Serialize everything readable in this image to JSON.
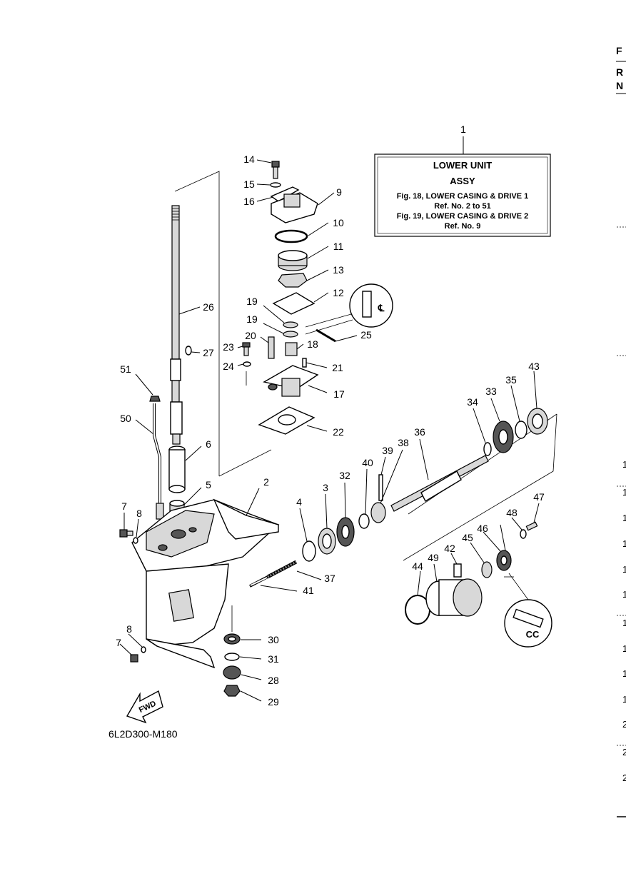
{
  "reference_box": {
    "callout": "1",
    "title": "LOWER UNIT",
    "subtitle": "ASSY",
    "lines": [
      "Fig. 18, LOWER CASING & DRIVE 1",
      "Ref. No. 2 to 51",
      "Fig. 19, LOWER CASING & DRIVE 2",
      "Ref. No. 9"
    ]
  },
  "diagram_code": "6L2D300-M180",
  "fwd_label": "FWD",
  "callouts": {
    "c2": "2",
    "c3": "3",
    "c4": "4",
    "c5": "5",
    "c6": "6",
    "c7a": "7",
    "c7b": "7",
    "c8a": "8",
    "c8b": "8",
    "c9": "9",
    "c10": "10",
    "c11": "11",
    "c12": "12",
    "c13": "13",
    "c14": "14",
    "c15": "15",
    "c16": "16",
    "c17": "17",
    "c18": "18",
    "c19a": "19",
    "c19b": "19",
    "c20": "20",
    "c21": "21",
    "c22": "22",
    "c23": "23",
    "c24": "24",
    "c25": "25",
    "c26": "26",
    "c27": "27",
    "c28": "28",
    "c29": "29",
    "c30": "30",
    "c31": "31",
    "c32": "32",
    "c33": "33",
    "c34": "34",
    "c35": "35",
    "c36": "36",
    "c37": "37",
    "c38": "38",
    "c39": "39",
    "c40": "40",
    "c41": "41",
    "c42": "42",
    "c43": "43",
    "c44": "44",
    "c45": "45",
    "c46": "46",
    "c47": "47",
    "c48": "48",
    "c49": "49",
    "c50": "50",
    "c51": "51"
  },
  "cut_edge": {
    "header": [
      "F",
      "R",
      "N"
    ],
    "right_column": [
      "1",
      "1",
      "1",
      "1",
      "1",
      "1",
      "1",
      "1",
      "1",
      "1",
      "2",
      "2",
      "2"
    ]
  }
}
